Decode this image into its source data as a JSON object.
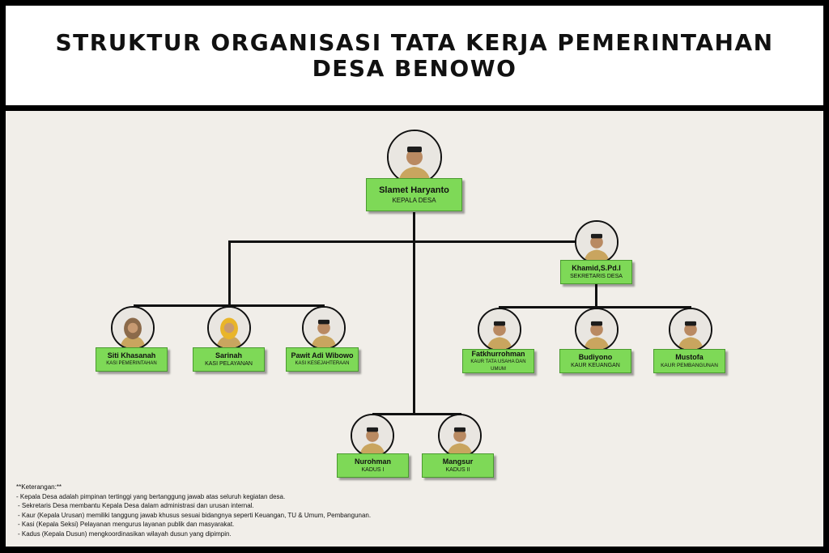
{
  "title": {
    "line1": "STRUKTUR ORGANISASI TATA KERJA PEMERINTAHAN",
    "line2": "DESA BENOWO"
  },
  "colors": {
    "card_fill": "#7ed957",
    "panel_bg": "#f1eee9",
    "border": "#000000"
  },
  "people": {
    "kepala": {
      "name": "Slamet Haryanto",
      "role": "KEPALA DESA",
      "photo_icon": "man-peci-photo-icon"
    },
    "sekretaris": {
      "name": "Khamid,S.Pd.I",
      "role": "SEKRETARIS DESA",
      "photo_icon": "man-peci-photo-icon"
    },
    "kasi_pemerintahan": {
      "name": "Siti Khasanah",
      "role": "KASI PEMERINTAHAN",
      "photo_icon": "woman-hijab-photo-icon"
    },
    "kasi_pelayanan": {
      "name": "Sarinah",
      "role": "KASI PELAYANAN",
      "photo_icon": "woman-hijab-photo-icon"
    },
    "kasi_kesejahteraan": {
      "name": "Pawit Adi Wibowo",
      "role": "KASI KESEJAHTERAAN",
      "photo_icon": "man-peci-photo-icon"
    },
    "kaur_tu": {
      "name": "Fatkhurrohman",
      "role": "KAUR TATA USAHA DAN UMUM",
      "photo_icon": "man-peci-photo-icon"
    },
    "kaur_keuangan": {
      "name": "Budiyono",
      "role": "KAUR KEUANGAN",
      "photo_icon": "man-peci-photo-icon"
    },
    "kaur_pembangunan": {
      "name": "Mustofa",
      "role": "KAUR PEMBANGUNAN",
      "photo_icon": "man-peci-photo-icon"
    },
    "kadus_1": {
      "name": "Nurohman",
      "role": "KADUS I",
      "photo_icon": "man-peci-photo-icon"
    },
    "kadus_2": {
      "name": "Mangsur",
      "role": "KADUS II",
      "photo_icon": "man-peci-photo-icon"
    }
  },
  "notes": {
    "heading": "**Keterangan:**",
    "lines": [
      "- Kepala Desa adalah pimpinan tertinggi yang bertanggung jawab atas seluruh kegiatan desa.",
      "- Sekretaris Desa membantu Kepala Desa dalam administrasi dan urusan internal.",
      "- Kaur (Kepala Urusan) memiliki tanggung jawab khusus sesuai bidangnya seperti Keuangan, TU & Umum, Pembangunan.",
      "- Kasi (Kepala Seksi) Pelayanan mengurus layanan publik dan masyarakat.",
      "- Kadus (Kepala Dusun) mengkoordinasikan wilayah dusun yang dipimpin."
    ]
  }
}
